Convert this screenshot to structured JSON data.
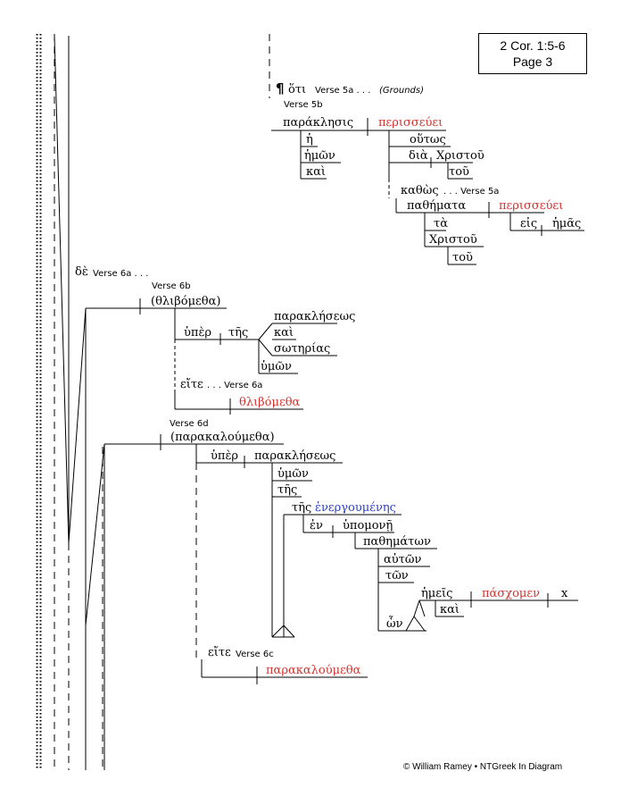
{
  "reference": {
    "line1": "2 Cor. 1:5-6",
    "line2": "Page 3"
  },
  "copyright": "© William Ramey • NTGreek In Diagram",
  "pilcrow": "¶",
  "words": {
    "hoti": "ὅτι",
    "verse_5a_grounds": "Verse 5a . . .",
    "grounds": "(Grounds)",
    "verse_5b": "Verse 5b",
    "paraklesis": "παράκλησις",
    "perisseuei_1": "περισσεύει",
    "he": "ἡ",
    "hemon_1": "ἡμῶν",
    "kai_1": "καὶ",
    "houtos": "οὕτως",
    "dia": "διὰ",
    "christou_1": "Χριστοῦ",
    "tou_1": "τοῦ",
    "kathos": "καθὼς",
    "verse_5a": ". . . Verse 5a",
    "pathemata": "παθήματα",
    "perisseuei_2": "περισσεύει",
    "eis": "εἰς",
    "hemas": "ἡμᾶς",
    "ta": "τὰ",
    "christou_2": "Χριστοῦ",
    "tou_2": "τοῦ",
    "de": "δὲ",
    "verse_6a_1": "Verse 6a . . .",
    "verse_6b": "Verse 6b",
    "thlibometha_paren": "(θλιβόμεθα)",
    "huper_1": "ὑπὲρ",
    "tes_1": "τῆς",
    "parakleseos_1": "παρακλήσεως",
    "kai_2": "καὶ",
    "soterias": "σωτηρίας",
    "humon_1": "ὑμῶν",
    "eite_1": "εἴτε",
    "verse_6a_2": ". . . Verse 6a",
    "thlibometha": "θλιβόμεθα",
    "verse_6d": "Verse 6d",
    "parakaloumetha_paren": "(παρακαλούμεθα)",
    "huper_2": "ὑπὲρ",
    "parakleseos_2": "παρακλήσεως",
    "humon_2": "ὑμῶν",
    "tes_2": "τῆς",
    "tes_3": "τῆς",
    "energoumenes": "ἐνεργουμένης",
    "en": "ἐν",
    "hupomone": "ὑπομονῇ",
    "pathematon": "παθημάτων",
    "auton": "αὐτῶν",
    "ton": "τῶν",
    "hon": "ὧν",
    "hemeis": "ἡμεῖς",
    "kai_3": "καὶ",
    "paschomen": "πάσχομεν",
    "x": "x",
    "eite_2": "εἴτε",
    "verse_6c": "Verse 6c",
    "parakaloumetha": "παρακαλούμεθα"
  },
  "colors": {
    "red": "#d4322c",
    "blue": "#2a3fc7",
    "ink": "#000000"
  }
}
